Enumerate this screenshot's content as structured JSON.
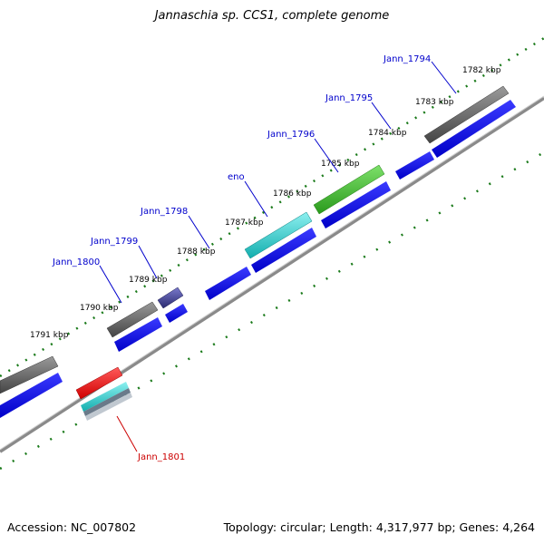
{
  "title": "Jannaschia sp. CCS1, complete genome",
  "footer": {
    "accession": "Accession: NC_007802",
    "topology": "Topology: circular; Length: 4,317,977 bp; Genes: 4,264"
  },
  "colors": {
    "label_blue": "#0000cc",
    "label_red": "#cc0000",
    "scale_green": "#1a7a1a",
    "backbone": "#7f7f7f"
  },
  "kbp_labels": [
    "1782 kbp",
    "1783 kbp",
    "1784 kbp",
    "1785 kbp",
    "1786 kbp",
    "1787 kbp",
    "1788 kbp",
    "1789 kbp",
    "1790 kbp",
    "1791 kbp"
  ],
  "gene_labels": [
    {
      "text": "Jann_1794",
      "color": "blue"
    },
    {
      "text": "Jann_1795",
      "color": "blue"
    },
    {
      "text": "Jann_1796",
      "color": "blue"
    },
    {
      "text": "eno",
      "color": "blue"
    },
    {
      "text": "Jann_1798",
      "color": "blue"
    },
    {
      "text": "Jann_1799",
      "color": "blue"
    },
    {
      "text": "Jann_1800",
      "color": "blue"
    },
    {
      "text": "Jann_1801",
      "color": "red"
    }
  ],
  "features_outer": [
    {
      "name": "gene-jann-1794",
      "color": "#5a5a5a"
    },
    {
      "name": "gene-jann-1796",
      "color": "#33bb22"
    },
    {
      "name": "gene-eno",
      "color": "#22c8c8"
    },
    {
      "name": "gene-jann-1799",
      "color": "#3a3a8a"
    },
    {
      "name": "gene-jann-1800",
      "color": "#5a5a5a"
    },
    {
      "name": "gene-left-gray",
      "color": "#5a5a5a"
    },
    {
      "name": "gene-jann-1801",
      "color": "#ee1111"
    }
  ]
}
